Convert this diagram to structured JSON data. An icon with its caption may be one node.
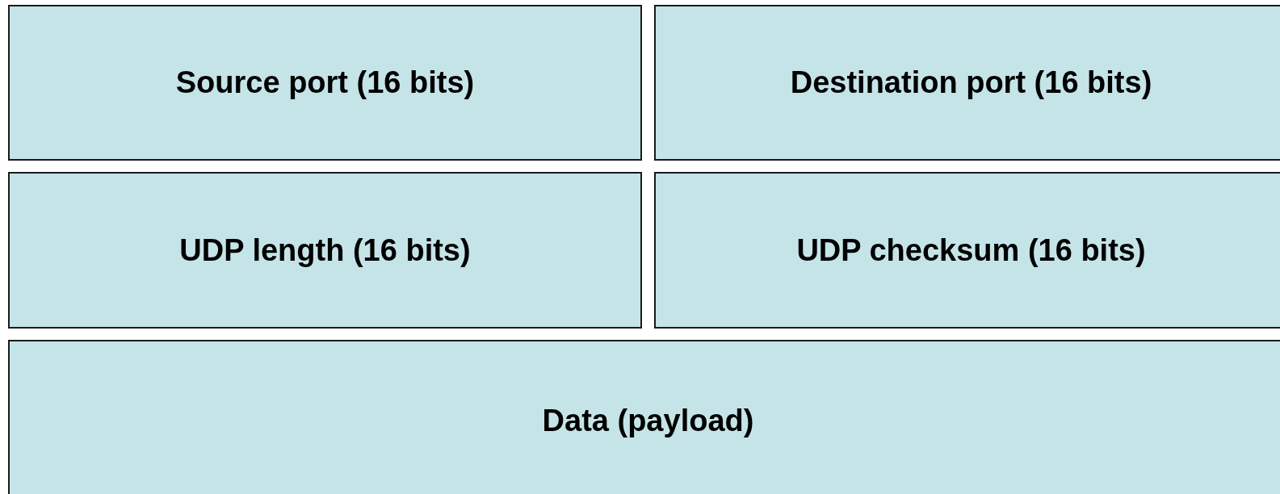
{
  "diagram": {
    "nodes": [
      {
        "text": [
          "Source port (16 bits)"
        ]
      },
      {
        "text": [
          "Destination port (16 bits)"
        ]
      },
      {
        "text": [
          "UDP length (16 bits)"
        ]
      },
      {
        "text": [
          "UDP checksum (16 bits)"
        ]
      },
      {
        "text": [
          "Data (payload)"
        ]
      }
    ]
  }
}
